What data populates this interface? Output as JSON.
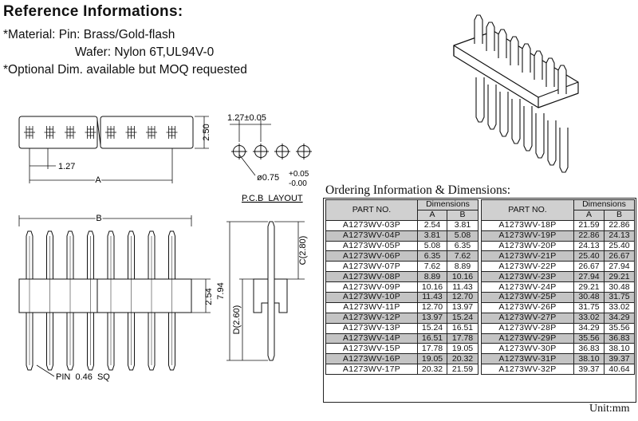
{
  "header": {
    "title": "Reference Informations:",
    "material_line": "*Material: Pin: Brass/Gold-flash",
    "wafer_line": "Wafer: Nylon 6T,UL94V-0",
    "optional_line": "*Optional Dim. available but MOQ requested"
  },
  "drawing": {
    "dim_2_50": "2.50",
    "dim_1_27": "1.27",
    "dim_a": "A",
    "dim_b": "B",
    "pcb_pitch": "1.27±0.05",
    "pcb_hole_dia": "ø0.75",
    "pcb_tol_plus": "+0.05",
    "pcb_tol_minus": "-0.00",
    "pcb_layout_label": "P.C.B  LAYOUT",
    "dim_2_54": "2.54",
    "dim_7_94": "7.94",
    "dim_d": "D(2.60)",
    "dim_c": "C(2.80)",
    "pin_label": "PIN  0.46  SQ"
  },
  "ordering": {
    "title": "Ordering Information & Dimensions:",
    "col_part": "PART NO.",
    "col_dims": "Dimensions",
    "col_a": "A",
    "col_b": "B",
    "unit": "Unit:mm",
    "left_rows": [
      [
        "A1273WV-03P",
        "2.54",
        "3.81"
      ],
      [
        "A1273WV-04P",
        "3.81",
        "5.08"
      ],
      [
        "A1273WV-05P",
        "5.08",
        "6.35"
      ],
      [
        "A1273WV-06P",
        "6.35",
        "7.62"
      ],
      [
        "A1273WV-07P",
        "7.62",
        "8.89"
      ],
      [
        "A1273WV-08P",
        "8.89",
        "10.16"
      ],
      [
        "A1273WV-09P",
        "10.16",
        "11.43"
      ],
      [
        "A1273WV-10P",
        "11.43",
        "12.70"
      ],
      [
        "A1273WV-11P",
        "12.70",
        "13.97"
      ],
      [
        "A1273WV-12P",
        "13.97",
        "15.24"
      ],
      [
        "A1273WV-13P",
        "15.24",
        "16.51"
      ],
      [
        "A1273WV-14P",
        "16.51",
        "17.78"
      ],
      [
        "A1273WV-15P",
        "17.78",
        "19.05"
      ],
      [
        "A1273WV-16P",
        "19.05",
        "20.32"
      ],
      [
        "A1273WV-17P",
        "20.32",
        "21.59"
      ]
    ],
    "right_rows": [
      [
        "A1273WV-18P",
        "21.59",
        "22.86"
      ],
      [
        "A1273WV-19P",
        "22.86",
        "24.13"
      ],
      [
        "A1273WV-20P",
        "24.13",
        "25.40"
      ],
      [
        "A1273WV-21P",
        "25.40",
        "26.67"
      ],
      [
        "A1273WV-22P",
        "26.67",
        "27.94"
      ],
      [
        "A1273WV-23P",
        "27.94",
        "29.21"
      ],
      [
        "A1273WV-24P",
        "29.21",
        "30.48"
      ],
      [
        "A1273WV-25P",
        "30.48",
        "31.75"
      ],
      [
        "A1273WV-26P",
        "31.75",
        "33.02"
      ],
      [
        "A1273WV-27P",
        "33.02",
        "34.29"
      ],
      [
        "A1273WV-28P",
        "34.29",
        "35.56"
      ],
      [
        "A1273WV-29P",
        "35.56",
        "36.83"
      ],
      [
        "A1273WV-30P",
        "36.83",
        "38.10"
      ],
      [
        "A1273WV-31P",
        "38.10",
        "39.37"
      ],
      [
        "A1273WV-32P",
        "39.37",
        "40.64"
      ]
    ]
  }
}
